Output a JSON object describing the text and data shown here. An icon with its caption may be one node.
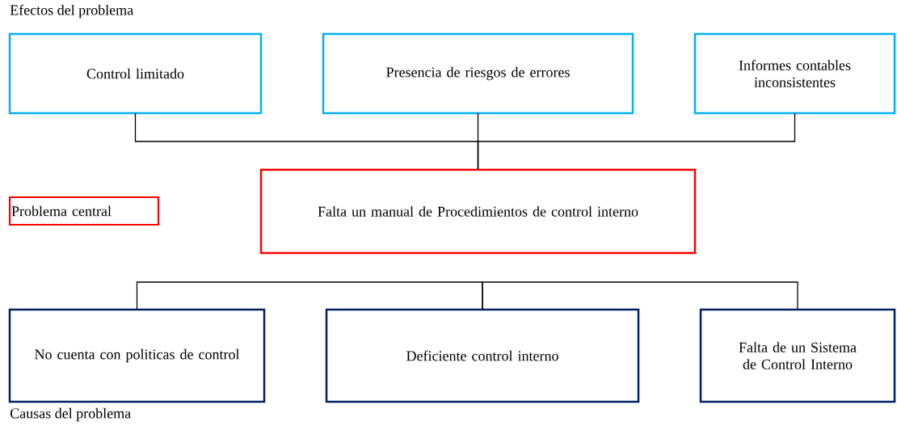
{
  "diagram": {
    "nodes": [
      {
        "text": [
          "Control limitado"
        ]
      },
      {
        "text": [
          "Presencia de riesgos de errores"
        ]
      },
      {
        "text": [
          "Informes contables inconsistentes"
        ]
      },
      {
        "text": [
          "Problema central"
        ]
      },
      {
        "text": [
          "Falta un manual de Procedimientos de control interno"
        ]
      },
      {
        "text": [
          "No cuenta con politicas de control"
        ]
      },
      {
        "text": [
          "Deficiente control interno"
        ]
      },
      {
        "text": [
          "Falta de un Sistema de Control Interno"
        ]
      }
    ],
    "edges": [
      {
        "from": 0,
        "to": 4,
        "arrow": "none"
      },
      {
        "from": 1,
        "to": 4,
        "arrow": "none"
      },
      {
        "from": 2,
        "to": 4,
        "arrow": "none"
      },
      {
        "from": 5,
        "to": 6,
        "arrow": "none"
      },
      {
        "from": 7,
        "to": 6,
        "arrow": "none"
      }
    ],
    "labels": [
      "Efectos del problema",
      "Causas del problema"
    ]
  }
}
